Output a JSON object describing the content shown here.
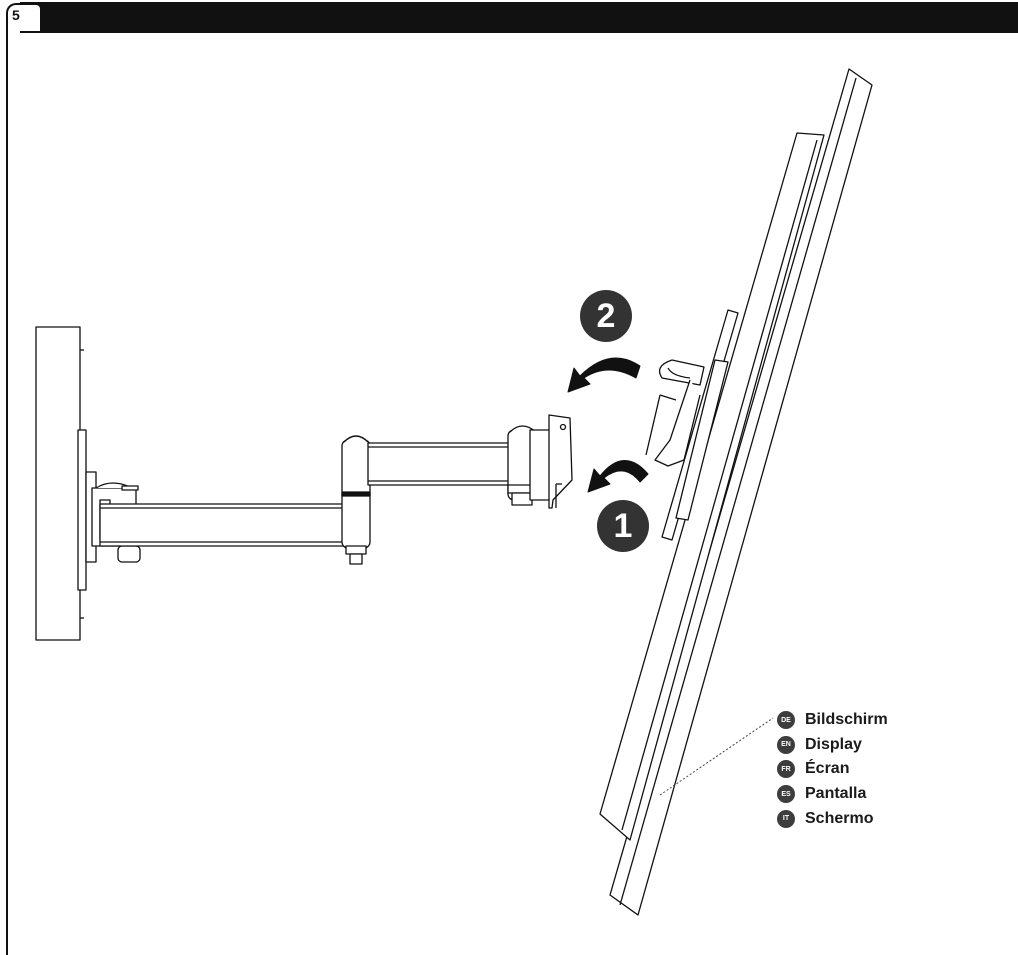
{
  "step": {
    "number": "5"
  },
  "callouts": [
    {
      "id": "step-1",
      "label": "1"
    },
    {
      "id": "step-2",
      "label": "2"
    }
  ],
  "legend": {
    "items": [
      {
        "code": "DE",
        "label": "Bildschirm"
      },
      {
        "code": "EN",
        "label": "Display"
      },
      {
        "code": "FR",
        "label": "Écran"
      },
      {
        "code": "ES",
        "label": "Pantalla"
      },
      {
        "code": "IT",
        "label": "Schermo"
      }
    ]
  },
  "colors": {
    "ink": "#111111",
    "badge": "#3d3d3d",
    "callout": "#333333"
  }
}
